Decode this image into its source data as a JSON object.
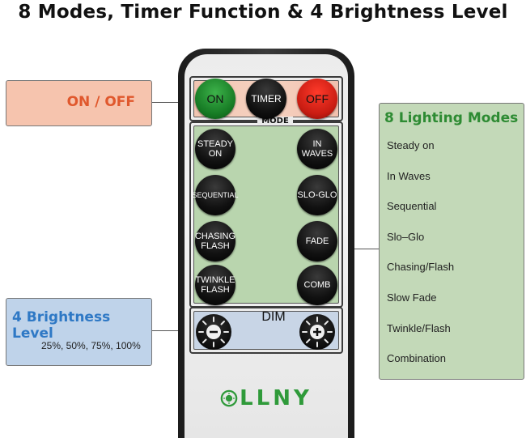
{
  "headline": "8 Modes, Timer Function & 4 Brightness Level",
  "callouts": {
    "onoff": "ON / OFF",
    "brightness_title": "4 Brightness Level",
    "brightness_levels": "25%, 50%, 75%, 100%",
    "modes_title": "8 Lighting Modes",
    "modes": [
      "Steady on",
      "In Waves",
      "Sequential",
      "Slo–Glo",
      "Chasing/Flash",
      "Slow Fade",
      "Twinkle/Flash",
      "Combination"
    ]
  },
  "remote": {
    "buttons": {
      "on": "ON",
      "timer": "TIMER",
      "off": "OFF",
      "steady_on": "STEADY ON",
      "in_waves": "IN WAVES",
      "sequential": "SEQUENTIAL",
      "slo_glo": "SLO-GLO",
      "chasing_flash": "CHASING FLASH",
      "fade": "FADE",
      "twinkle_flash": "TWINKLE FLASH",
      "comb": "COMB"
    },
    "mode_label": "MODE",
    "dim_label": "DIM",
    "brand": "LLNY",
    "colors": {
      "on": "#167a24",
      "off": "#c81c12",
      "brand": "#2f9a3a"
    }
  }
}
